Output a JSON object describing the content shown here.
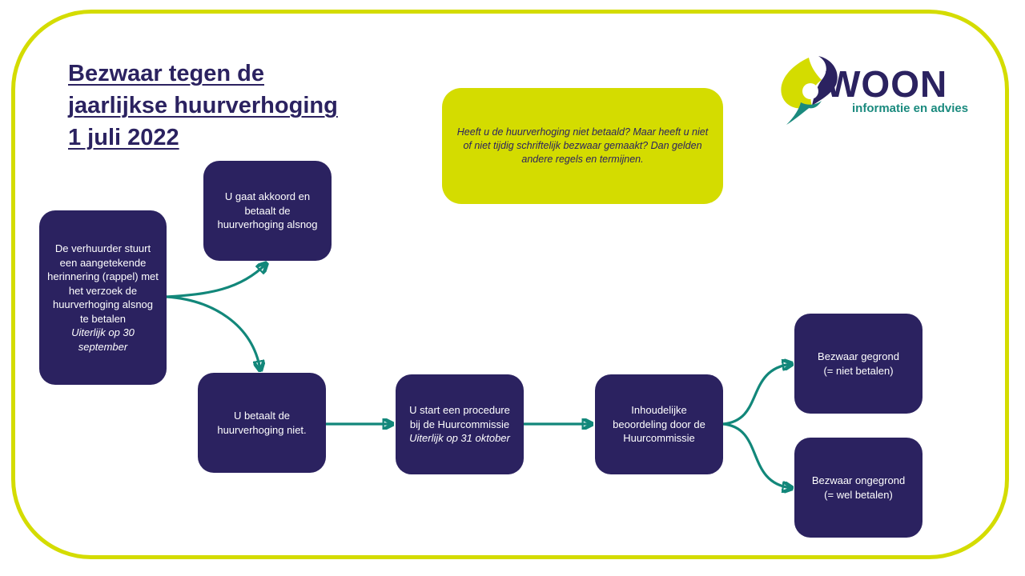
{
  "title": {
    "line1": "Bezwaar tegen de",
    "line2": "jaarlijkse huurverhoging",
    "line3": "1 juli 2022"
  },
  "logo": {
    "word": "WOON",
    "tagline": "informatie en advies"
  },
  "note": {
    "text": "Heeft u de huurverhoging niet betaald? Maar heeft u niet of niet tijdig schriftelijk bezwaar gemaakt? Dan gelden andere regels en termijnen."
  },
  "boxes": {
    "reminder": {
      "text": "De verhuurder stuurt een aangetekende herinnering (rappel) met het verzoek de huurverhoging alsnog te betalen",
      "deadline": "Uiterlijk op 30 september"
    },
    "agree": {
      "text": "U gaat akkoord en betaalt de huurverhoging alsnog"
    },
    "not_pay": {
      "text": "U betaalt de huurverhoging niet."
    },
    "start": {
      "text": "U start een procedure bij de Huurcommissie",
      "deadline": "Uiterlijk op 31 oktober"
    },
    "assess": {
      "text": "Inhoudelijke beoordeling door de Huurcommissie"
    },
    "grounded": {
      "line1": "Bezwaar gegrond",
      "line2": "(= niet betalen)"
    },
    "ungrounded": {
      "line1": "Bezwaar ongegrond",
      "line2": "(= wel betalen)"
    }
  },
  "colors": {
    "primary": "#2b2260",
    "accent": "#d4dc00",
    "arrow": "#12877a"
  }
}
